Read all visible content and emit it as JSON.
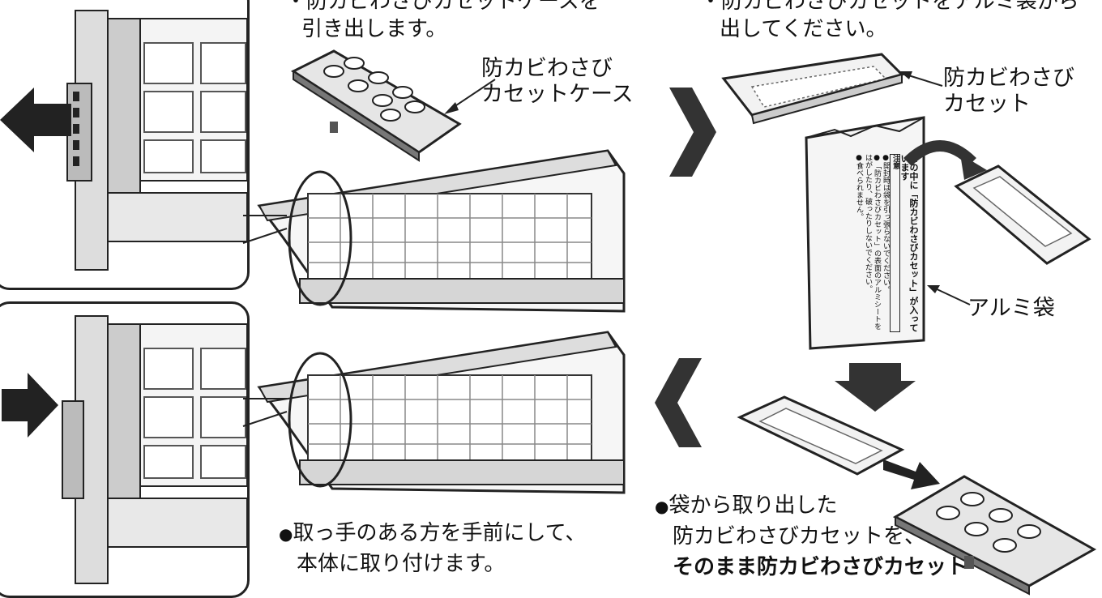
{
  "steps": {
    "step1_text": [
      "・防カビわさびカセットケースを",
      "引き出します。"
    ],
    "step2_text": [
      "・防カビわさびカセットをアルミ袋から",
      "出してください。"
    ],
    "step3_text": [
      "袋から取り出した",
      "防カビわさびカセットを、",
      "そのまま防カビわさびカセット"
    ],
    "step4_text": [
      "取っ手のある方を手前にして、",
      "本体に取り付けます。"
    ]
  },
  "labels": {
    "case_label": [
      "防カビわさび",
      "カセットケース"
    ],
    "cassette_label": [
      "防カビわさび",
      "カセット"
    ],
    "bag_label": "アルミ袋"
  },
  "bag_print": {
    "heading": "この中に「防カビわさびカセット」が入っています",
    "caution": "注意",
    "notes": [
      "●開封時は袋を引っ張らないでください。",
      "●「防カビわさびカセット」の表面のアルミシートを",
      "はがしたり、破ったりしないでください。",
      "●食べられません。"
    ]
  },
  "colors": {
    "ink": "#111111",
    "arrow": "#333333",
    "panel_border": "#222222"
  }
}
